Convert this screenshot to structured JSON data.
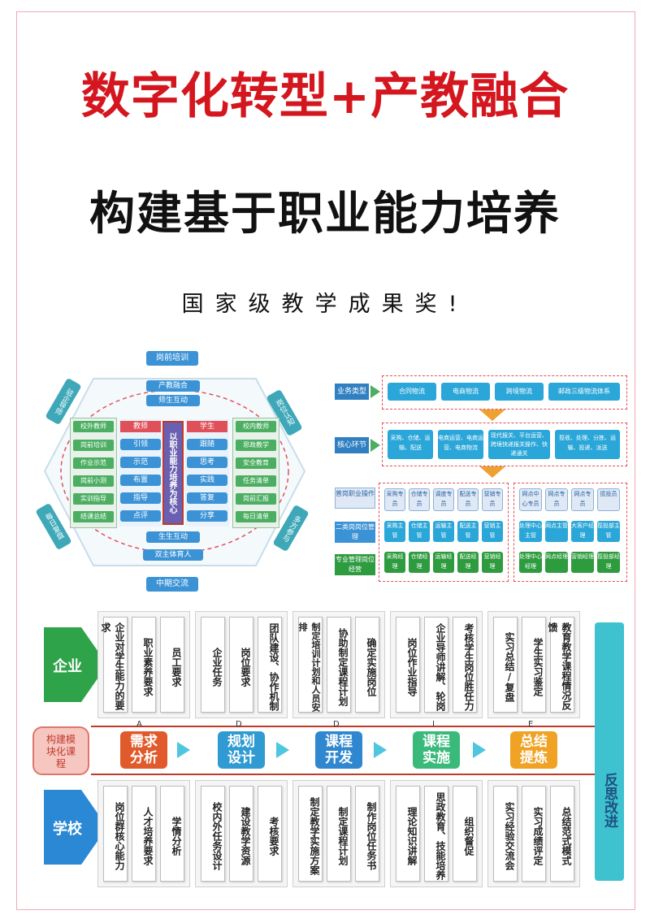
{
  "titles": {
    "line1": "数字化转型+产教融合",
    "line2": "构建基于职业能力培养",
    "line3": "国家级教学成果奖!"
  },
  "hexagon": {
    "top_badge": "岗前培训",
    "bottom_badge": "中期交流",
    "top_pills": [
      "产教融合",
      "师生互动"
    ],
    "bottom_pills": [
      "生生互动",
      "双主体育人"
    ],
    "corner_badges": {
      "top_left": "驻企导师",
      "top_right": "岗位认知",
      "bottom_left": "每日复盘",
      "bottom_right": "多方参与"
    },
    "left_col": {
      "header": "校外教师",
      "items": [
        "岗前培训",
        "作业示范",
        "岗前小测",
        "实训指导",
        "结课总结"
      ]
    },
    "teacher_col": {
      "header": "教师",
      "items": [
        "引领",
        "示范",
        "布置",
        "指导",
        "点评"
      ]
    },
    "center": "以职业能力培养为核心",
    "student_col": {
      "header": "学生",
      "items": [
        "跟随",
        "思考",
        "实践",
        "答复",
        "分享"
      ]
    },
    "right_col": {
      "header": "校内教师",
      "items": [
        "思政教学",
        "安全教育",
        "任务清单",
        "岗前汇报",
        "每日清单"
      ]
    }
  },
  "process": {
    "row_labels": [
      "业务类型",
      "核心环节"
    ],
    "business_types": [
      "合同物流",
      "电商物流",
      "跨境物流",
      "邮政三级物流体系"
    ],
    "core_links": [
      "采购、仓储、运输、配送",
      "电商运营、电商运营、电商物流",
      "现代报关、平台运营、跨境快递报关操作、快递通关",
      "揽收、处理、分拣、运输、投递、派送"
    ],
    "level_labels": [
      "普岗职业操作",
      "二类岗岗位管理",
      "专业管理岗位经营"
    ],
    "col_headers_left": [
      "采购专员",
      "仓储专员",
      "调度专员",
      "配送专员",
      "营销专员"
    ],
    "col_headers_right": [
      "网点中心专员",
      "网点专员",
      "网点专员",
      "揽投员"
    ],
    "mid_left": [
      "采购主管",
      "仓储主管",
      "运输主管",
      "配送主管",
      "营销主管"
    ],
    "mid_right": [
      "处理中心主管",
      "网点主管",
      "大客户经理",
      "揽投部主管"
    ],
    "bottom_left": [
      "采购经理",
      "仓储经理",
      "运输经理",
      "配送经理",
      "营销经理"
    ],
    "bottom_right": [
      "处理中心经理",
      "网点经理",
      "营销经理",
      "揽投部经理"
    ]
  },
  "curriculum": {
    "enterprise_label": "企业",
    "school_label": "学校",
    "left_tag": "构建模块化课程",
    "right_bar": "反思改进",
    "phases": [
      {
        "letter": "A",
        "label": "需求分析",
        "color": "#e05a2b"
      },
      {
        "letter": "D",
        "label": "规划设计",
        "color": "#2f9bd2"
      },
      {
        "letter": "D",
        "label": "课程开发",
        "color": "#2f87cf"
      },
      {
        "letter": "I",
        "label": "课程实施",
        "color": "#39b97a"
      },
      {
        "letter": "E",
        "label": "总结提炼",
        "color": "#efa223"
      }
    ],
    "enterprise_cells": [
      [
        "企业对学生能力的要求",
        "职业素养要求",
        "员工要求"
      ],
      [
        "企业任务",
        "岗位要求",
        "团队建设、协作机制"
      ],
      [
        "制定培训计划和人员安排",
        "协助制定课程计划",
        "确定实施岗位"
      ],
      [
        "岗位作业指导",
        "企业导师讲解、轮岗",
        "考核学生岗位胜任力"
      ],
      [
        "实习总结/复盘",
        "学生实习鉴定",
        "教育教学课程情况反馈"
      ]
    ],
    "school_cells": [
      [
        "岗位群核心能力",
        "人才培养要求",
        "学情分析"
      ],
      [
        "校内外任务设计",
        "建设教学资源",
        "考核要求"
      ],
      [
        "制定教学实施方案",
        "制定课程计划",
        "制作岗位任务书"
      ],
      [
        "理论知识讲解",
        "思政教育、技能培养",
        "组织督促"
      ],
      [
        "实习经验交流会",
        "实习成绩评定",
        "总结范式模式"
      ]
    ]
  },
  "colors": {
    "title_red": "#d4161e",
    "blue": "#3b93d6",
    "green": "#4cae62",
    "teal": "#3ea8b8"
  }
}
